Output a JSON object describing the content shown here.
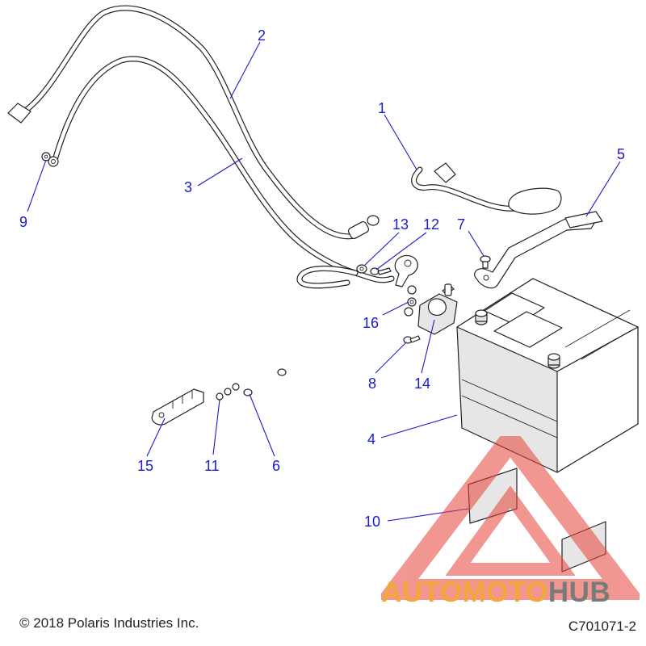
{
  "diagram": {
    "callouts": [
      {
        "id": "callout-1",
        "label": "1"
      },
      {
        "id": "callout-2",
        "label": "2"
      },
      {
        "id": "callout-3",
        "label": "3"
      },
      {
        "id": "callout-4",
        "label": "4"
      },
      {
        "id": "callout-5",
        "label": "5"
      },
      {
        "id": "callout-6",
        "label": "6"
      },
      {
        "id": "callout-7",
        "label": "7"
      },
      {
        "id": "callout-8",
        "label": "8"
      },
      {
        "id": "callout-9",
        "label": "9"
      },
      {
        "id": "callout-10",
        "label": "10"
      },
      {
        "id": "callout-11",
        "label": "11"
      },
      {
        "id": "callout-12",
        "label": "12"
      },
      {
        "id": "callout-13",
        "label": "13"
      },
      {
        "id": "callout-14",
        "label": "14"
      },
      {
        "id": "callout-15",
        "label": "15"
      },
      {
        "id": "callout-16",
        "label": "16"
      }
    ],
    "copyright": "© 2018 Polaris Industries Inc.",
    "figure_id": "C701071-2"
  },
  "watermark": {
    "part1": "AUTO",
    "part2": "MOTO",
    "part3": "HUB",
    "colors": {
      "triangle": "#e8413a",
      "accent": "#f3a73a",
      "gray": "#7a7a7a"
    }
  },
  "colors": {
    "callout": "#1a1ad0",
    "line": "#222222"
  }
}
